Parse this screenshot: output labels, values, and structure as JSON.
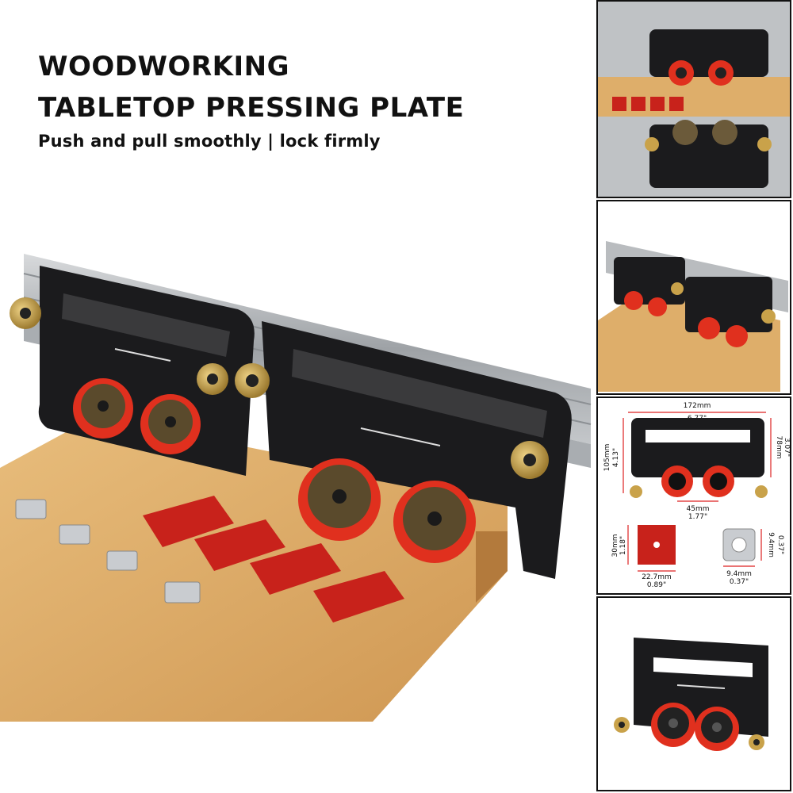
{
  "header": {
    "title_line1": "WOODWORKING",
    "title_line2": "TABLETOP PRESSING PLATE",
    "subtitle": "Push and pull smoothly | lock firmly"
  },
  "dimensions": {
    "width_mm": "172mm",
    "width_in": "6.77\"",
    "height_mm": "105mm",
    "height_in": "4.13\"",
    "inner_height_mm": "78mm",
    "inner_height_in": "3.07\"",
    "wheel_spacing_mm": "45mm",
    "wheel_spacing_in": "1.77\"",
    "block_height_mm": "30mm",
    "block_height_in": "1.18\"",
    "block_width_mm": "22.7mm",
    "block_width_in": "0.89\"",
    "nut_width_mm": "9.4mm",
    "nut_width_in": "0.37\"",
    "nut_height_mm": "9.4mm",
    "nut_height_in": "0.37\""
  },
  "colors": {
    "plate": "#1b1b1d",
    "wheel_red": "#e0301e",
    "wheel_core": "#5a4a2c",
    "brass": "#c9a24a",
    "wood": "#deae6a",
    "rail": "#b9bcbf",
    "block_red": "#c8221b",
    "nut": "#c9ccd0"
  }
}
